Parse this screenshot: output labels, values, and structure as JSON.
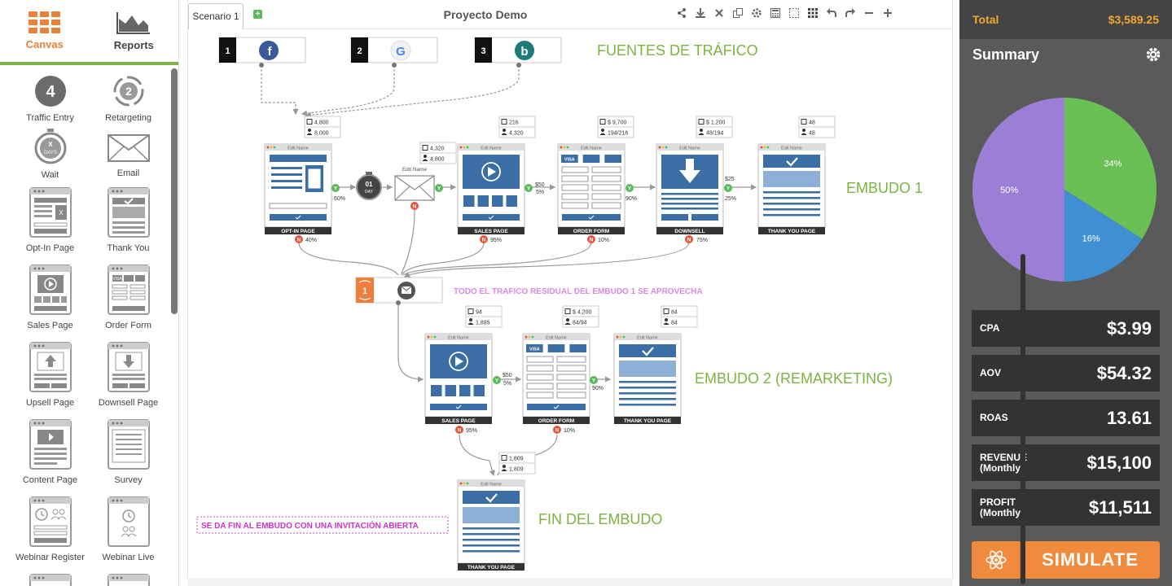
{
  "sidebar": {
    "tabs": [
      {
        "label": "Canvas",
        "active": true,
        "icon": "grid-icon"
      },
      {
        "label": "Reports",
        "active": false,
        "icon": "area-chart-icon"
      }
    ],
    "palette": [
      {
        "label": "Traffic Entry",
        "icon": "traffic-entry-icon",
        "badge": "4"
      },
      {
        "label": "Retargeting",
        "icon": "retargeting-icon",
        "badge": "2"
      },
      {
        "label": "Wait",
        "icon": "stopwatch-icon",
        "badge": "X DAYS"
      },
      {
        "label": "Email",
        "icon": "envelope-icon"
      },
      {
        "label": "Opt-In Page",
        "icon": "optin-page-icon"
      },
      {
        "label": "Thank You",
        "icon": "thank-you-page-icon"
      },
      {
        "label": "Sales Page",
        "icon": "sales-page-icon"
      },
      {
        "label": "Order Form",
        "icon": "order-form-icon"
      },
      {
        "label": "Upsell Page",
        "icon": "upsell-page-icon"
      },
      {
        "label": "Downsell Page",
        "icon": "downsell-page-icon"
      },
      {
        "label": "Content Page",
        "icon": "content-page-icon"
      },
      {
        "label": "Survey",
        "icon": "survey-page-icon"
      },
      {
        "label": "Webinar Register",
        "icon": "webinar-register-icon"
      },
      {
        "label": "Webinar Live",
        "icon": "webinar-live-icon"
      }
    ]
  },
  "canvas": {
    "scenario_tab": "Scenario 1",
    "add_tab_icon": "plus-icon",
    "project_title": "Proyecto Demo",
    "toolbar": [
      "share-icon",
      "download-icon",
      "close-icon",
      "copy-icon",
      "gear-icon",
      "calculator-icon",
      "select-icon",
      "grid-icon",
      "undo-icon",
      "redo-icon",
      "zoom-out-icon",
      "zoom-in-icon"
    ],
    "labels": {
      "traffic_sources": "FUENTES DE TRÁFICO",
      "funnel1": "EMBUDO 1",
      "funnel2": "EMBUDO 2 (REMARKETING)",
      "funnel_end": "FIN DEL EMBUDO",
      "residual": "TODO EL TRAFICO RESIDUAL DEL EMBUDO 1 SE APROVECHA",
      "open_invite": "SE DA FIN AL EMBUDO CON UNA INVITACIÓN ABIERTA"
    },
    "sources": [
      {
        "num": "1",
        "icon": "facebook-icon"
      },
      {
        "num": "2",
        "icon": "google-icon"
      },
      {
        "num": "3",
        "icon": "bing-icon"
      }
    ],
    "retarget": {
      "num": "1",
      "icon": "email-retarget-icon"
    },
    "edit_name": "Edit Name",
    "wait": {
      "line1": "01",
      "line2": "DAY"
    },
    "nodes": {
      "optin": {
        "label": "OPT-IN PAGE",
        "stat1": "4,800",
        "stat2": "8,000",
        "yes": "60%",
        "no": "40%"
      },
      "email": {
        "label": "Edit Name",
        "stat1": "4,320",
        "stat2": "4,800"
      },
      "sales1": {
        "label": "SALES PAGE",
        "stat1": "216",
        "stat2": "4,320",
        "yes_price": "$50",
        "yes": "5%",
        "no": "95%"
      },
      "order1": {
        "label": "ORDER FORM",
        "stat1": "$ 9,700",
        "stat2": "194/216",
        "yes": "90%",
        "no": "10%"
      },
      "downsell": {
        "label": "DOWNSELL",
        "stat1": "$ 1,200",
        "stat2": "48/194",
        "yes_price": "$25",
        "yes": "25%",
        "no": "75%"
      },
      "thanks1": {
        "label": "THANK YOU PAGE",
        "stat1": "48",
        "stat2": "48"
      },
      "sales2": {
        "label": "SALES PAGE",
        "stat1": "94",
        "stat2": "1,895",
        "yes_price": "$50",
        "yes": "5%",
        "no": "95%"
      },
      "order2": {
        "label": "ORDER FORM",
        "stat1": "$ 4,200",
        "stat2": "84/94",
        "yes": "90%",
        "no": "10%"
      },
      "thanks2": {
        "label": "THANK YOU PAGE",
        "stat1": "84",
        "stat2": "84"
      },
      "thanks3": {
        "label": "THANK YOU PAGE",
        "stat1": "1,809",
        "stat2": "1,809"
      }
    },
    "yes_letter": "Y",
    "no_letter": "N"
  },
  "summary": {
    "total_label": "Total",
    "total_value": "$3,589.25",
    "title": "Summary",
    "settings_icon": "gear-icon",
    "pie": [
      {
        "label": "34%",
        "value": 34,
        "color": "#6abf55"
      },
      {
        "label": "16%",
        "value": 16,
        "color": "#3f8fd2"
      },
      {
        "label": "50%",
        "value": 50,
        "color": "#9b7fd6"
      }
    ],
    "metrics": [
      {
        "label": "CPA",
        "sub": "",
        "value": "$3.99"
      },
      {
        "label": "AOV",
        "sub": "",
        "value": "$54.32"
      },
      {
        "label": "ROAS",
        "sub": "",
        "value": "13.61"
      },
      {
        "label": "REVENUE",
        "sub": "(Monthly)",
        "value": "$15,100"
      },
      {
        "label": "PROFIT",
        "sub": "(Monthly)",
        "value": "$11,511"
      }
    ],
    "simulate_label": "SIMULATE",
    "simulate_icon": "atom-icon"
  },
  "colors": {
    "accent": "#e8823a",
    "green": "#7cb342",
    "blue": "#3a6ea5",
    "yes": "#5cb85c",
    "no": "#e8533a"
  }
}
